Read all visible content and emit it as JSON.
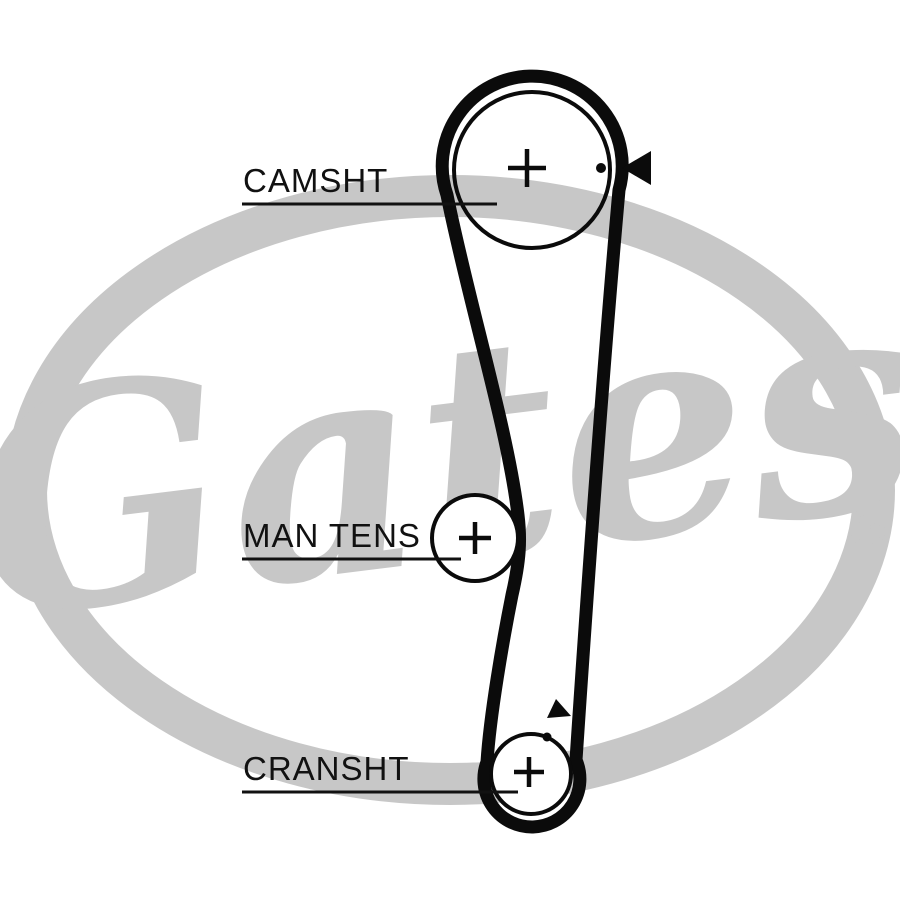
{
  "diagram": {
    "type": "timing-belt-routing-diagram",
    "labels": {
      "camshaft": "CAMSHT",
      "tensioner": "MAN TENS",
      "crankshaft": "CRANSHT"
    },
    "watermark": {
      "brand": "Gates",
      "registered": "®"
    },
    "pulleys": [
      {
        "name": "camshaft-sprocket",
        "label": "CAMSHT",
        "marks": [
          "plus",
          "timing-dot",
          "arrow-left"
        ]
      },
      {
        "name": "manual-tensioner",
        "label": "MAN TENS",
        "marks": [
          "plus"
        ]
      },
      {
        "name": "crankshaft-sprocket",
        "label": "CRANSHT",
        "marks": [
          "plus",
          "timing-dot",
          "arrow-small"
        ]
      }
    ],
    "colors": {
      "background": "#ffffff",
      "belt": "#0b0b0b",
      "line": "#111111",
      "watermark": "#c7c7c7",
      "label_text": "#111111"
    }
  }
}
